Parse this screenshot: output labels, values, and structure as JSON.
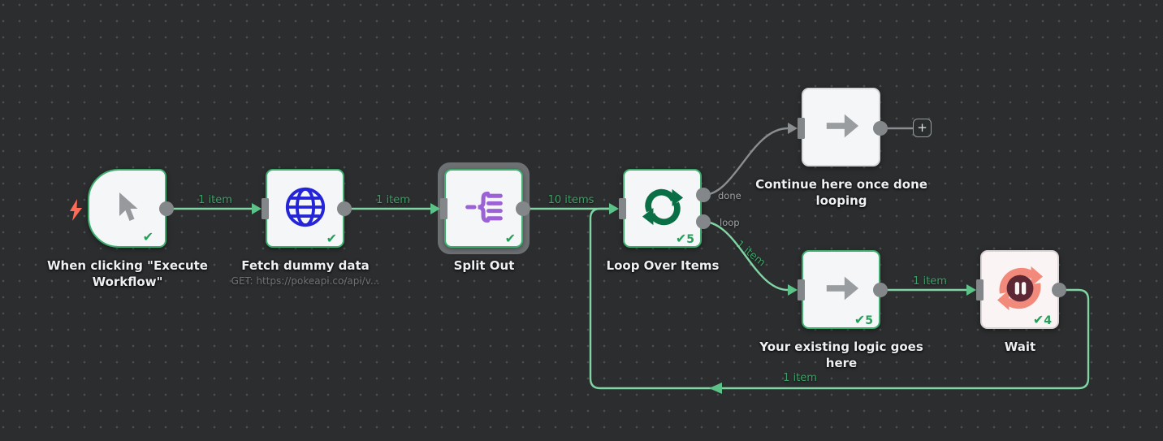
{
  "app": "n8n-workflow-editor",
  "colors": {
    "canvas_bg": "#2b2d2e",
    "grid_dot": "#4b4d4e",
    "node_fill": "#f4f6f8",
    "node_success_border": "#3fae70",
    "wire_green": "#81d5a5",
    "wire_gray": "#8b8e91",
    "edge_label_green": "#3da166",
    "check_green": "#24a05a",
    "split_icon_purple": "#9c61d6",
    "globe_icon_blue": "#2424d8",
    "loop_icon_green": "#0b6f45",
    "wait_icon_salmon": "#f28a7c",
    "wait_icon_maroon": "#5e2734",
    "trigger_bolt_red": "#ff6b57"
  },
  "icons": {
    "check": "✔",
    "plus": "+"
  },
  "nodes": [
    {
      "title": "When clicking \"Execute Workflow\"",
      "check_count": ""
    },
    {
      "title": "Fetch dummy data",
      "subtitle": "GET: https://pokeapi.co/api/v...",
      "check_count": ""
    },
    {
      "title": "Split Out",
      "check_count": "",
      "selected": true
    },
    {
      "title": "Loop Over Items",
      "check_count": "5",
      "output_labels": [
        "done",
        "loop"
      ]
    },
    {
      "title": "Continue here once done looping"
    },
    {
      "title": "Your existing logic goes here",
      "check_count": "5"
    },
    {
      "title": "Wait",
      "check_count": "4"
    }
  ],
  "edges": {
    "trigger_to_fetch": "1 item",
    "fetch_to_split": "1 item",
    "split_to_loop": "10 items",
    "loop_to_existing": "1 item",
    "existing_to_wait": "1 item",
    "wait_loopback": "1 item"
  }
}
